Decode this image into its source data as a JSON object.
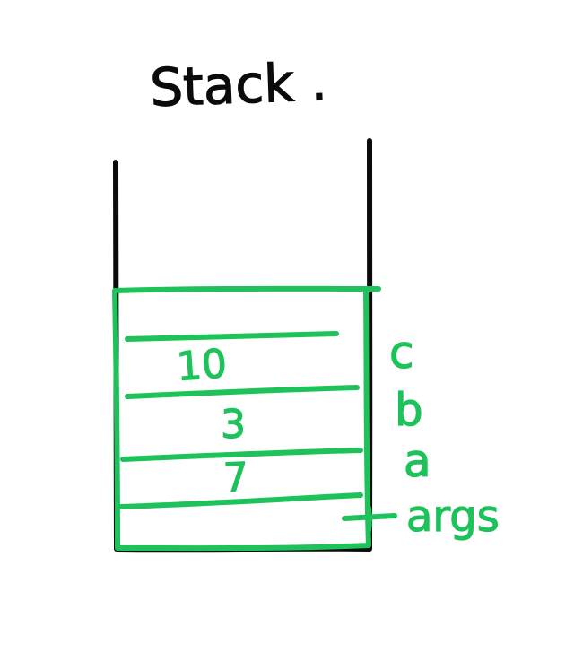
{
  "title": "Stack .",
  "colors": {
    "ink": "#0b0b0b",
    "accent": "#1ec25a",
    "background": "#ffffff"
  },
  "slots": [
    {
      "value": "10"
    },
    {
      "value": "3"
    },
    {
      "value": "7"
    },
    {
      "value": ""
    }
  ],
  "side_labels": [
    {
      "text": "c"
    },
    {
      "text": "b"
    },
    {
      "text": "a"
    },
    {
      "text": "args"
    }
  ]
}
